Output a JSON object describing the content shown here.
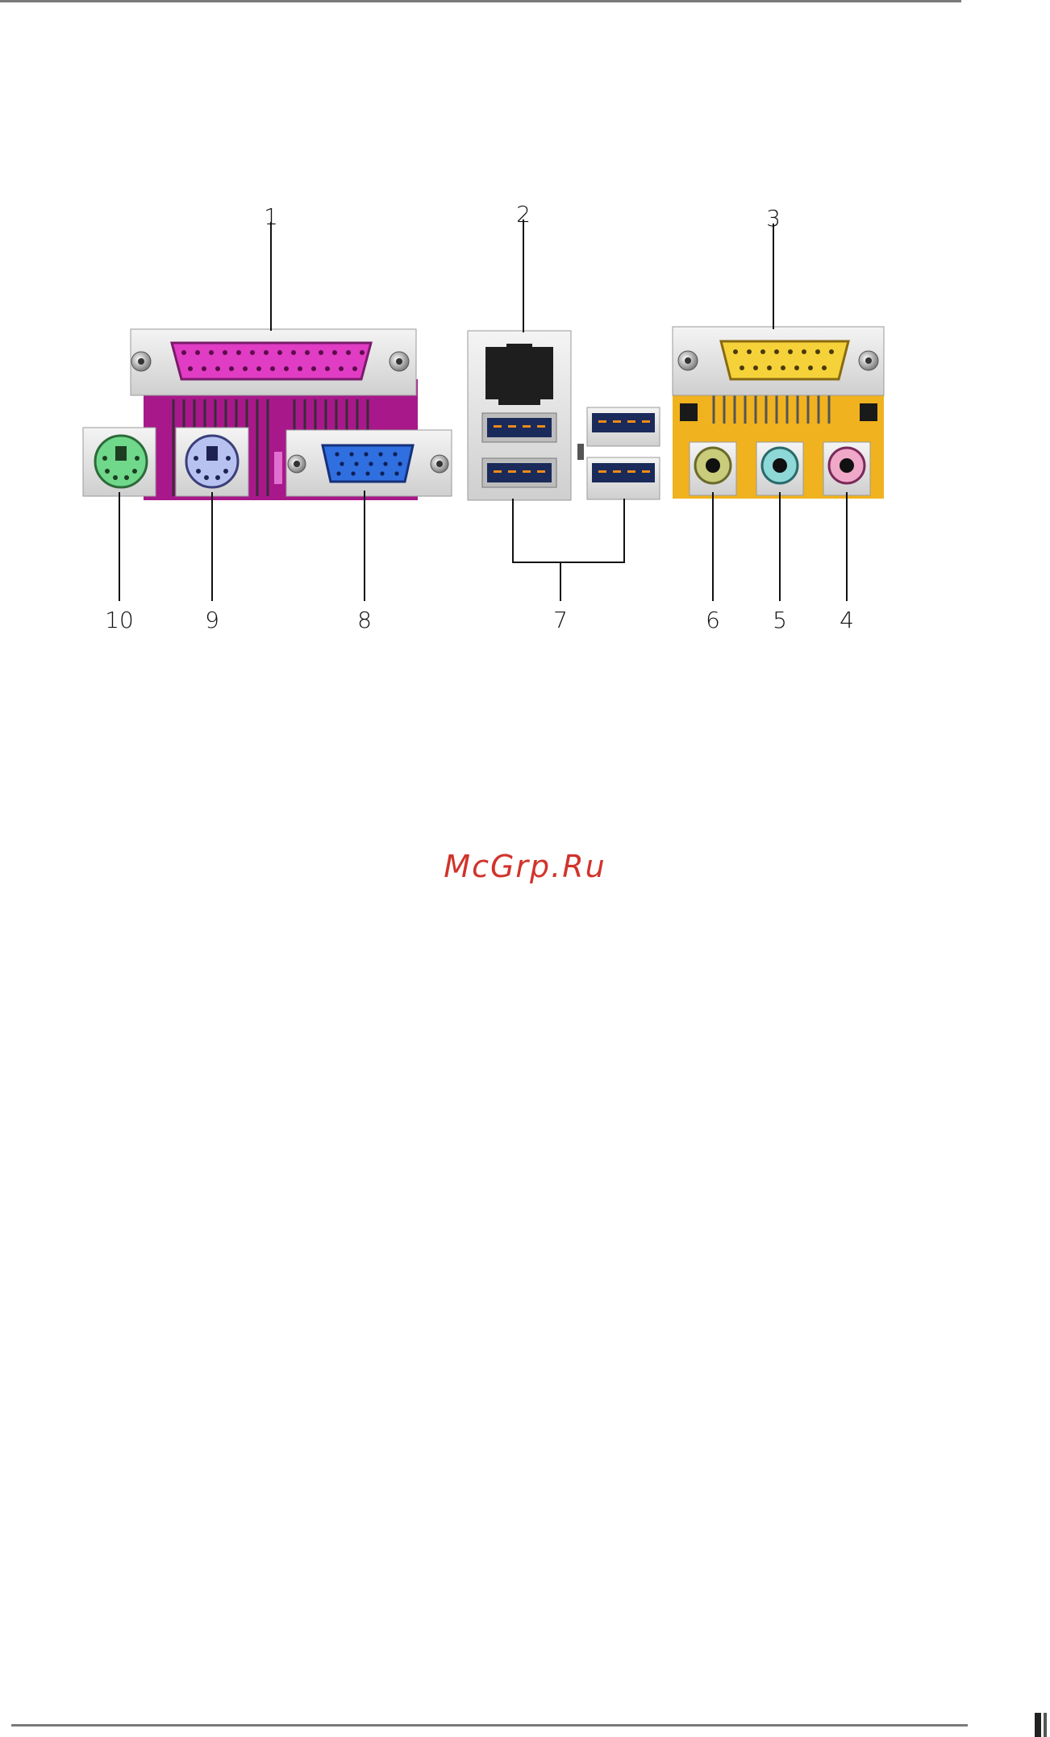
{
  "callouts": {
    "c1": "1",
    "c2": "2",
    "c3": "3",
    "c4": "4",
    "c5": "5",
    "c6": "6",
    "c7": "7",
    "c8": "8",
    "c9": "9",
    "c10": "10"
  },
  "watermark": "McGrp.Ru",
  "colors": {
    "parallel": "#e03cc4",
    "serial": "#f5d23a",
    "vga": "#2f6fe0",
    "ps2_mouse": "#6fd88a",
    "ps2_keyboard": "#b8c2f0",
    "audio_board": "#f0b21e",
    "line_in": "#c9cc7a",
    "line_out": "#8fd8d8",
    "mic": "#f0a8c8",
    "purple_board": "#a8188a",
    "metal": "#e4e4e4"
  },
  "connectors": [
    {
      "callout": "1",
      "icon": "parallel-port-icon"
    },
    {
      "callout": "2",
      "icon": "rj45-lan-port-icon"
    },
    {
      "callout": "3",
      "icon": "serial-com-port-icon"
    },
    {
      "callout": "4",
      "icon": "microphone-jack-icon"
    },
    {
      "callout": "5",
      "icon": "line-out-jack-icon"
    },
    {
      "callout": "6",
      "icon": "line-in-jack-icon"
    },
    {
      "callout": "7",
      "icon": "usb-ports-icon"
    },
    {
      "callout": "8",
      "icon": "vga-port-icon"
    },
    {
      "callout": "9",
      "icon": "ps2-keyboard-port-icon"
    },
    {
      "callout": "10",
      "icon": "ps2-mouse-port-icon"
    }
  ]
}
